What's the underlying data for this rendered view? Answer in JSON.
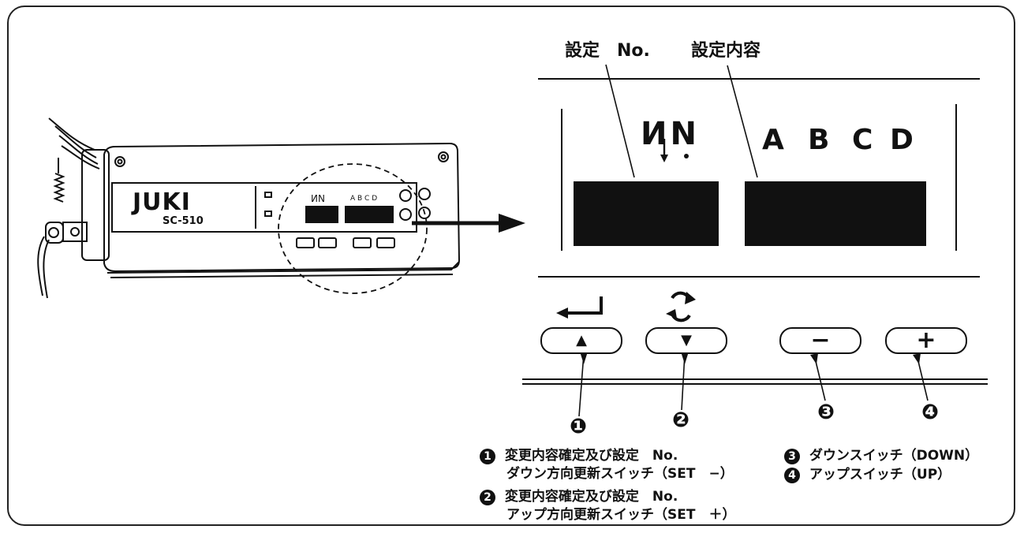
{
  "header": {
    "set_no_label": "設定　No.",
    "set_content_label": "設定内容"
  },
  "display": {
    "left_letters": "ИN",
    "right_letters": [
      "A",
      "B",
      "C",
      "D"
    ]
  },
  "controller": {
    "brand": "JUKI",
    "model": "SC-510",
    "mini_left_letters": "ИN",
    "mini_right_letters": "A B C D"
  },
  "buttons": [
    {
      "id": "1",
      "face": "▲",
      "top_symbol": "return-arrow-icon"
    },
    {
      "id": "2",
      "face": "▼",
      "top_symbol": "cycle-arrows-icon"
    },
    {
      "id": "3",
      "face": "−"
    },
    {
      "id": "4",
      "face": "+"
    }
  ],
  "callouts": [
    "❶",
    "❷",
    "❸",
    "❹"
  ],
  "legend": {
    "item1_line1": "変更内容確定及び設定　No.",
    "item1_line2": "ダウン方向更新スイッチ（SET　−）",
    "item2_line1": "変更内容確定及び設定　No.",
    "item2_line2": "アップ方向更新スイッチ（SET　＋）",
    "item3": "ダウンスイッチ（DOWN）",
    "item4": "アップスイッチ（UP）"
  }
}
